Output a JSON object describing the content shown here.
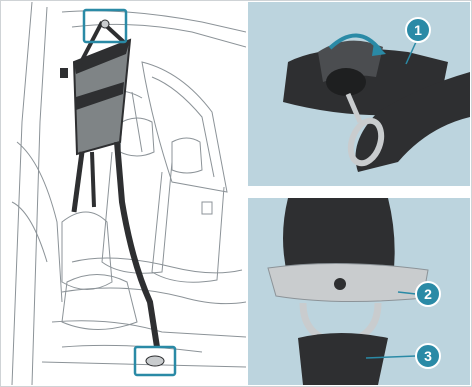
{
  "colors": {
    "accent": "#2a8aa6",
    "panel_bg": "#bcd4de",
    "strap": "#2e2f31",
    "metal": "#c9ccce",
    "line_art": "#8c9398"
  },
  "callouts": [
    {
      "label": "1"
    },
    {
      "label": "2"
    },
    {
      "label": "3"
    }
  ]
}
